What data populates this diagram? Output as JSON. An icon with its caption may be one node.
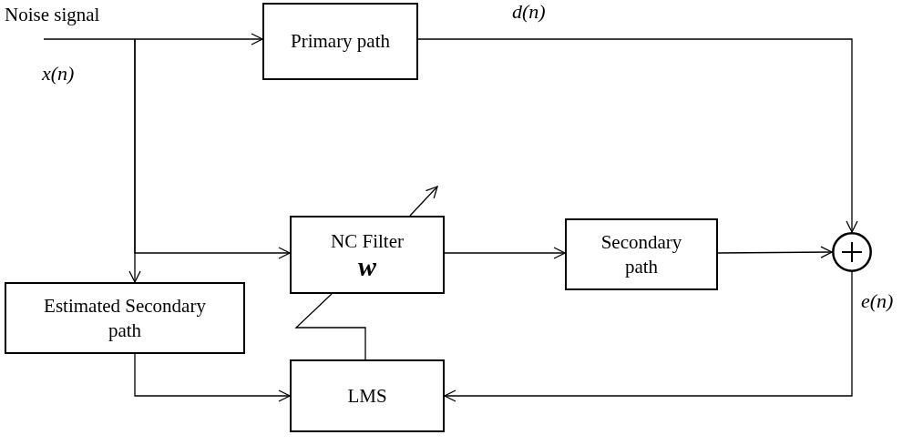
{
  "diagram": {
    "nodes": [
      {
        "text": [
          "Noise signal"
        ]
      },
      {
        "text": [
          "Primary path"
        ]
      },
      {
        "text": [
          "NC Filter",
          "w"
        ]
      },
      {
        "text": [
          "Secondary path"
        ]
      },
      {
        "text": [],
        "shape": "circle"
      },
      {
        "text": [
          "Estimated Secondary path"
        ]
      },
      {
        "text": [
          "LMS"
        ]
      }
    ],
    "edges": [
      {
        "from": 0,
        "to": 1,
        "arrow": "to"
      },
      {
        "from": 1,
        "to": 4,
        "arrow": "to",
        "label": "d(n)"
      },
      {
        "from": 0,
        "to": 2,
        "arrow": "to"
      },
      {
        "from": 0,
        "to": 5,
        "arrow": "to"
      },
      {
        "from": 2,
        "to": 3,
        "arrow": "to"
      },
      {
        "from": 3,
        "to": 4,
        "arrow": "to"
      },
      {
        "from": 4,
        "to": 6,
        "arrow": "to",
        "label": "e(n)"
      },
      {
        "from": 5,
        "to": 6,
        "arrow": "to"
      },
      {
        "from": 6,
        "to": 2,
        "arrow": "none"
      },
      {
        "from": 2,
        "to": null,
        "arrow": "to"
      }
    ],
    "labels": [
      "x(n)"
    ]
  }
}
